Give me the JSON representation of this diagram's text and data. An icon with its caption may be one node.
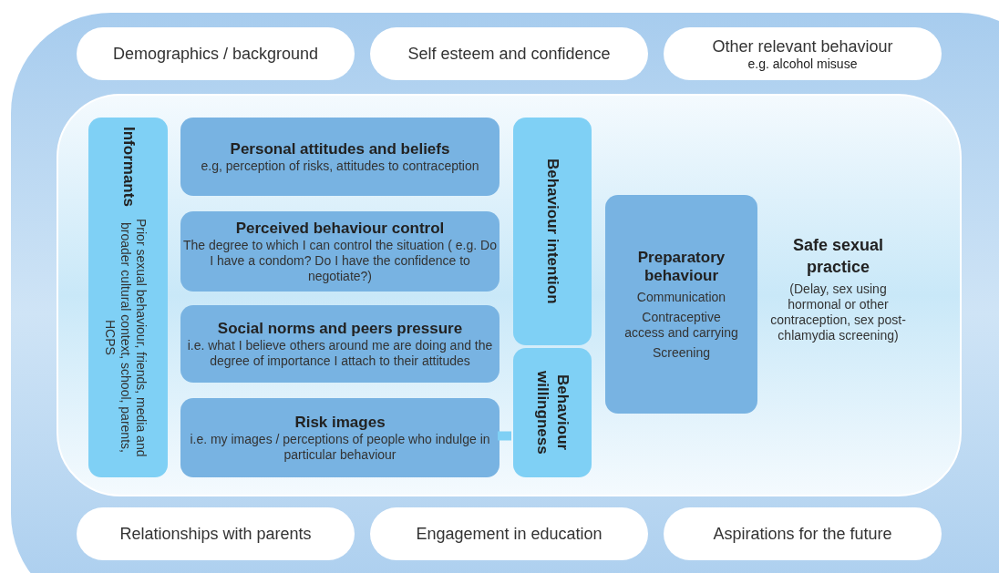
{
  "diagram": {
    "nodes": [
      {
        "text": [],
        "shape": "box"
      },
      {
        "text": [
          "Demographics / background"
        ],
        "in": 0
      },
      {
        "text": [
          "Self esteem and confidence"
        ],
        "in": 0
      },
      {
        "text": [
          "Other relevant behaviour",
          "e.g. alcohol misuse"
        ],
        "in": 0
      },
      {
        "text": [],
        "shape": "box",
        "in": 0
      },
      {
        "text": [
          "Informants",
          "Prior sexual behaviour, friends, media and broader cultural context, school, parents, HCPS"
        ],
        "in": 4
      },
      {
        "text": [
          "Personal attitudes and beliefs",
          "e.g, perception of risks, attitudes to contraception"
        ],
        "in": 4
      },
      {
        "text": [
          "Perceived behaviour control",
          "The degree to which I can control the situation ( e.g. Do I have a condom? Do I have the confidence to negotiate?)"
        ],
        "in": 4
      },
      {
        "text": [
          "Social norms and peers pressure",
          "i.e. what I believe others around me are doing and the degree of importance I attach to their attitudes"
        ],
        "in": 4
      },
      {
        "text": [
          "Risk images",
          "i.e. my images / perceptions of people who indulge in particular behaviour"
        ],
        "in": 4
      },
      {
        "text": [
          "Behaviour intention"
        ],
        "in": 4
      },
      {
        "text": [
          "Behaviour willingness"
        ],
        "in": 4
      },
      {
        "text": [
          "Preparatory behaviour",
          "Communication",
          "Contraceptive access and carrying",
          "Screening"
        ],
        "in": 4
      },
      {
        "text": [
          "Relationships with parents"
        ],
        "in": 0
      },
      {
        "text": [
          "Engagement in education"
        ],
        "in": 0
      },
      {
        "text": [
          "Aspirations for the future"
        ],
        "in": 0
      }
    ],
    "edges": [
      {
        "from": 9,
        "to": 11,
        "arrow": "none"
      }
    ],
    "labels": [
      "Safe sexual practice",
      "(Delay, sex using hormonal or other contraception, sex post-chlamydia screening)"
    ]
  }
}
